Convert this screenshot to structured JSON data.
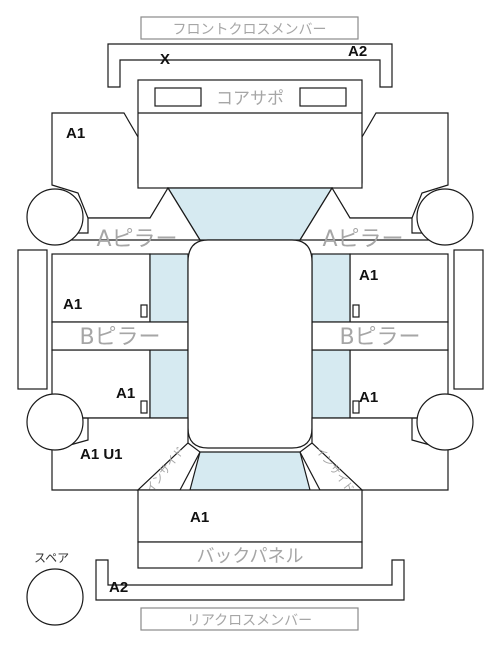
{
  "labels": {
    "front_cross_member": "フロントクロスメンバー",
    "core_support": "コアサポ",
    "a_pillar": "Aピラー",
    "b_pillar": "Bピラー",
    "back_panel": "バックパネル",
    "rear_cross_member": "リアクロスメンバー",
    "spare": "スペア",
    "inside": "インサイド"
  },
  "grades": {
    "x": "X",
    "a2_front": "A2",
    "a1_front_left": "A1",
    "a1_left_mid": "A1",
    "a1_left_lower": "A1",
    "a1u1_rear_left": "A1 U1",
    "a1_right_upper": "A1",
    "a1_right_lower": "A1",
    "a1_trunk": "A1",
    "a2_rear": "A2"
  },
  "colors": {
    "glass": "#d6eaf1",
    "outline": "#1a1a1a",
    "grey_text": "#a6a6a6"
  }
}
